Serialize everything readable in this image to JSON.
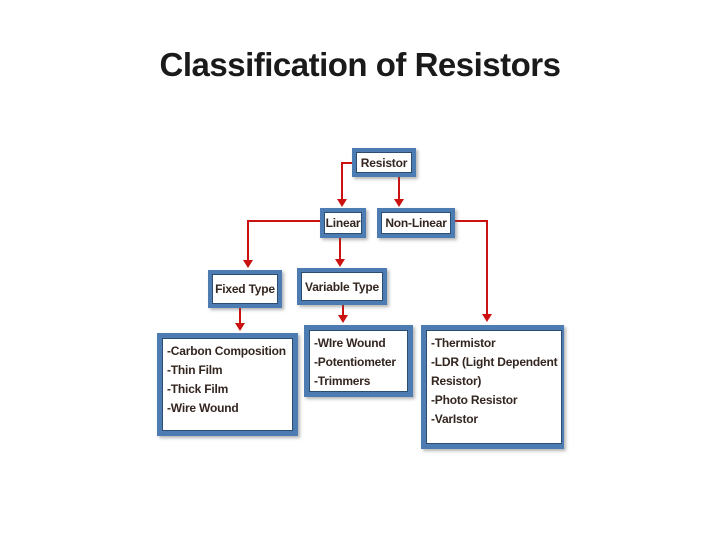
{
  "slide": {
    "title": "Classification of Resistors"
  },
  "colors": {
    "box_border": "#4d7cb3",
    "box_inner_border": "#2a4d71",
    "box_fill": "#ffffff",
    "text": "#33251f",
    "title_text": "#1a1a1a",
    "connector": "#cc1111",
    "background": "#ffffff"
  },
  "diagram": {
    "nodes": {
      "resistor": {
        "label": "Resistor"
      },
      "linear": {
        "label": "Linear"
      },
      "non_linear": {
        "label": "Non-Linear"
      },
      "fixed_type": {
        "label": "Fixed Type"
      },
      "variable_type": {
        "label": "Variable Type"
      },
      "fixed_type_items": {
        "lines": [
          "-Carbon Composition",
          "-Thin Film",
          "-Thick Film",
          "-Wire Wound"
        ]
      },
      "variable_type_items": {
        "lines": [
          "-WIre Wound",
          "-Potentiometer",
          "-Trimmers"
        ]
      },
      "non_linear_items": {
        "lines": [
          "-Thermistor",
          "-LDR (Light Dependent",
          "Resistor)",
          "-Photo Resistor",
          "-VarIstor"
        ]
      }
    },
    "edges": [
      {
        "from": "Resistor",
        "to": "Linear"
      },
      {
        "from": "Resistor",
        "to": "Non-Linear"
      },
      {
        "from": "Linear",
        "to": "Fixed Type"
      },
      {
        "from": "Linear",
        "to": "Variable Type"
      },
      {
        "from": "Fixed Type",
        "to": "Fixed Type list"
      },
      {
        "from": "Variable Type",
        "to": "Variable Type list"
      },
      {
        "from": "Non-Linear",
        "to": "Non-Linear list"
      }
    ]
  }
}
